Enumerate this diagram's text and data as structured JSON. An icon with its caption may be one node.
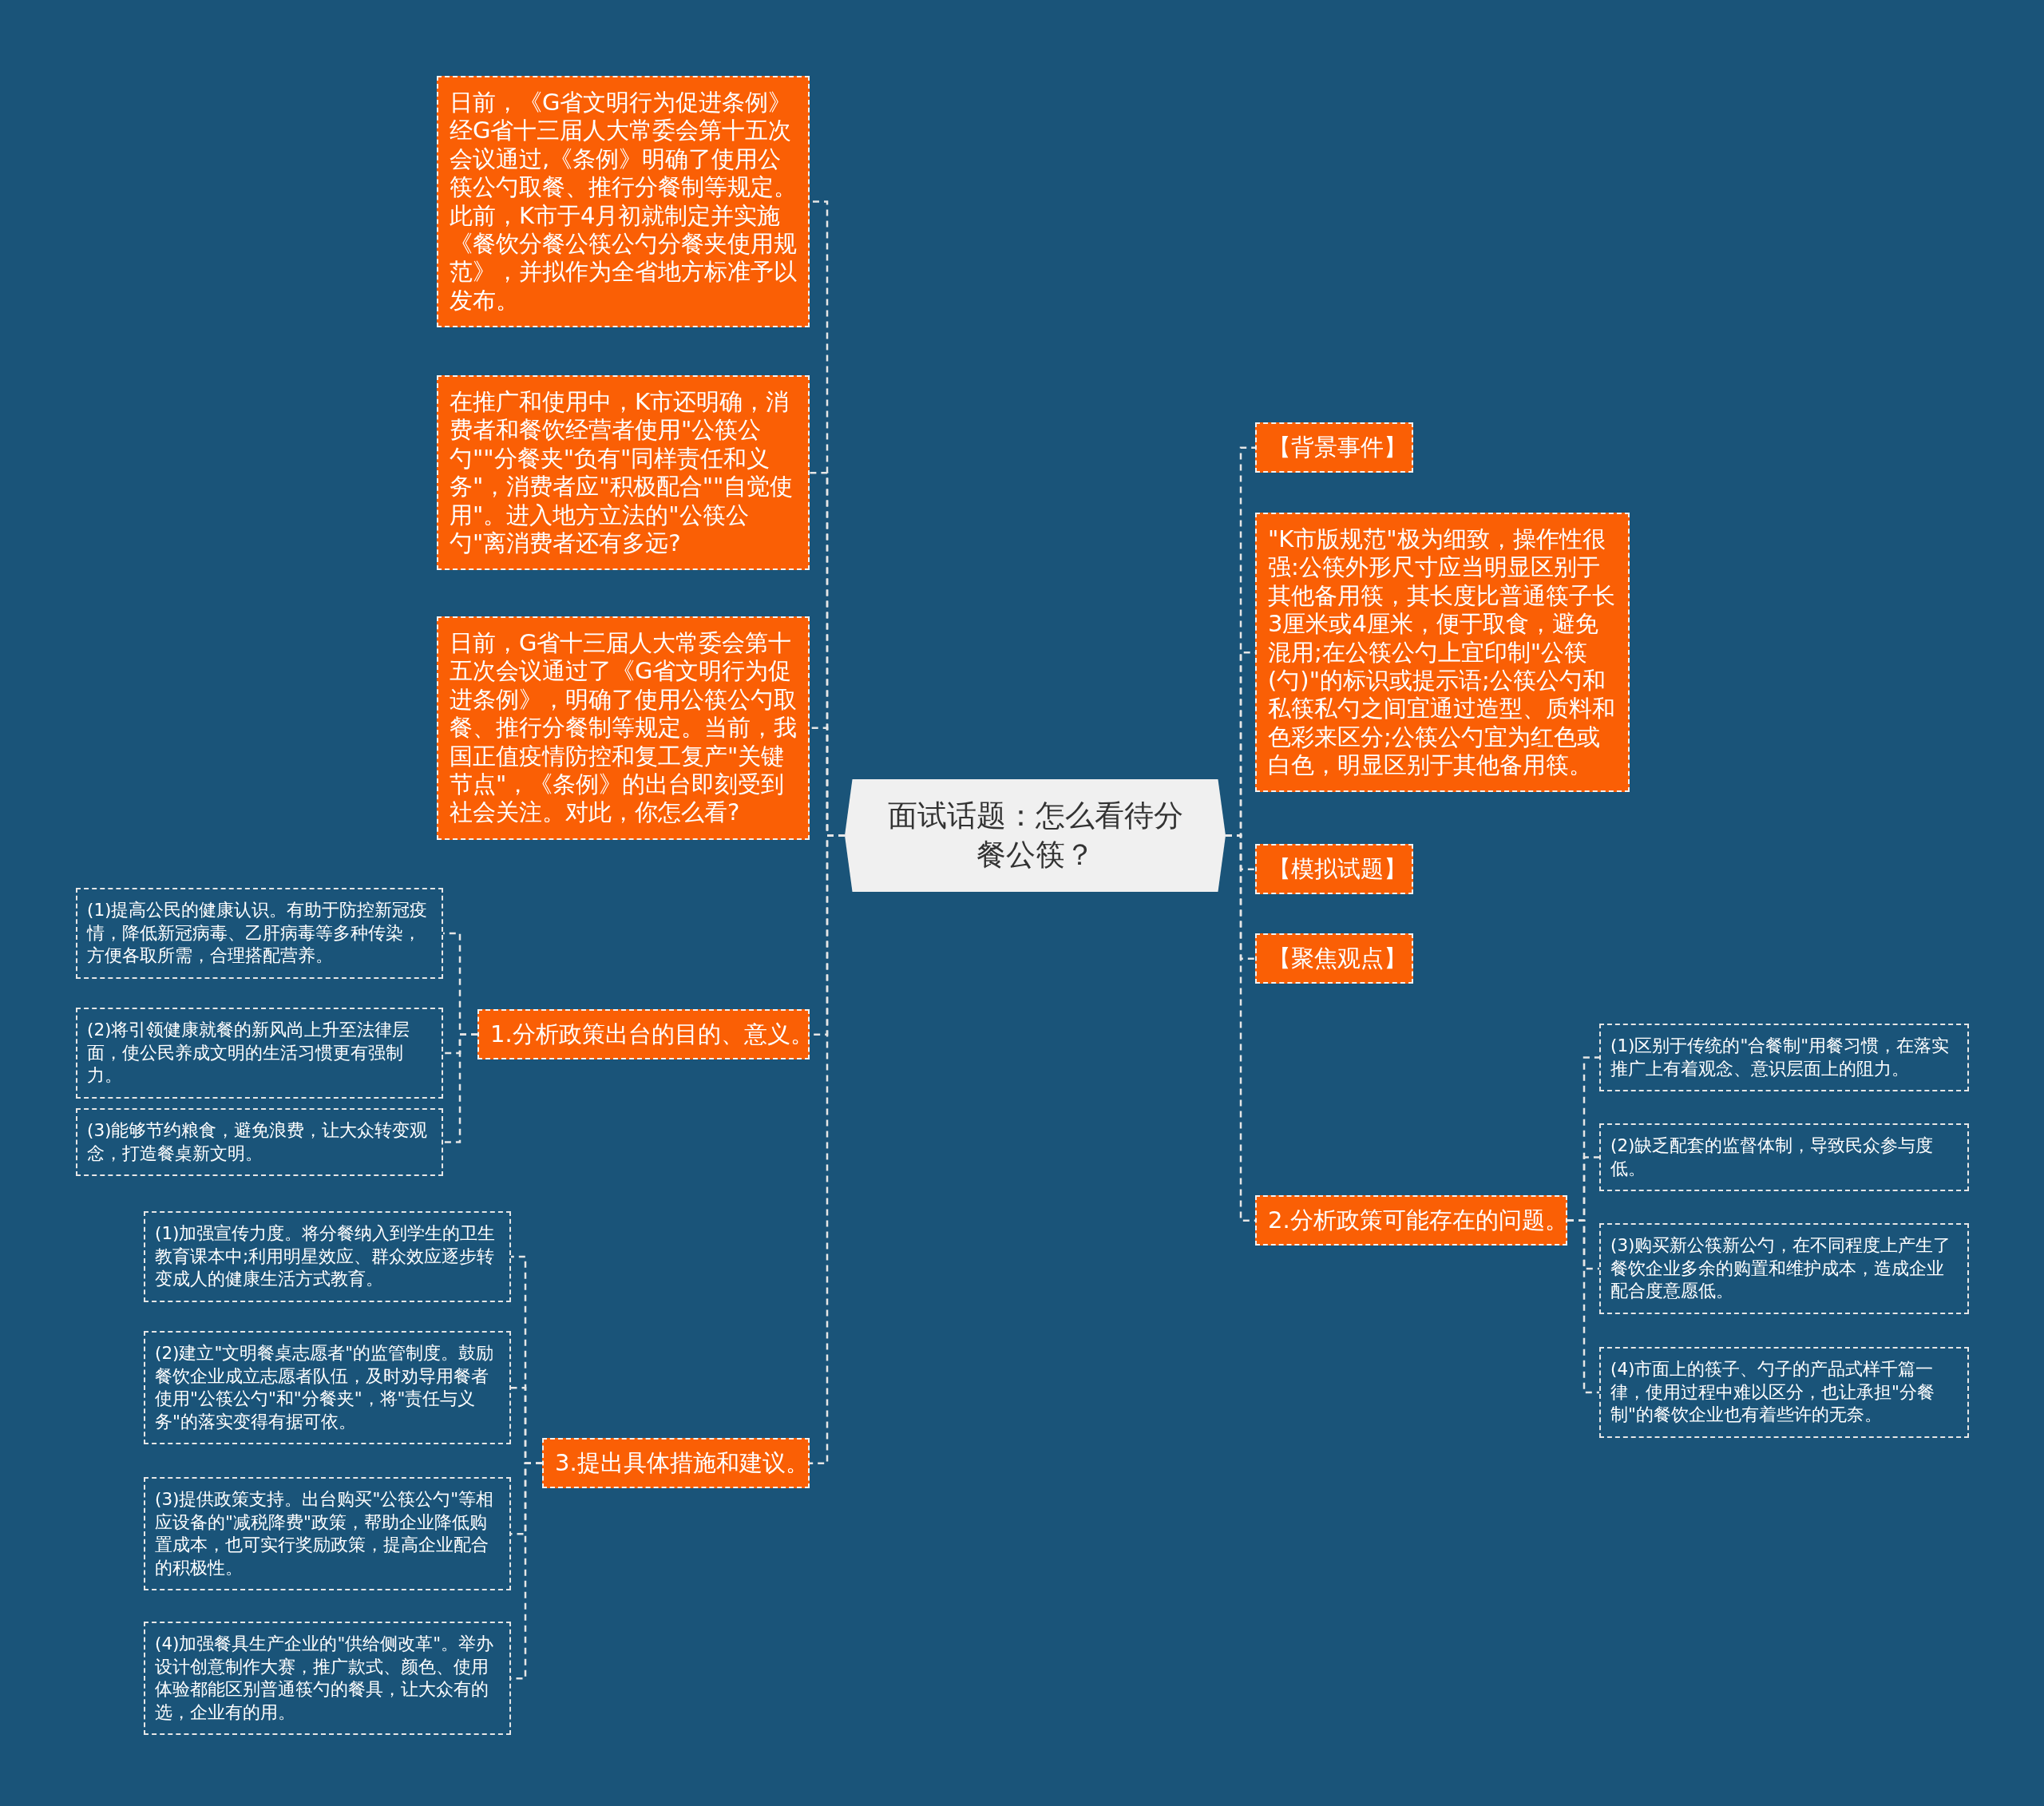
{
  "diagram": {
    "nodes": [
      {
        "text": [
          "面试话题：怎么看待分餐公筷？"
        ]
      },
      {
        "text": [
          "日前，《G省文明行为促进条例》经G省十三届人大常委会第十五次会议通过,《条例》明确了使用公筷公勺取餐、推行分餐制等规定。此前，K市于4月初就制定并实施《餐饮分餐公筷公勺分餐夹使用规范》，并拟作为全省地方标准予以发布。"
        ]
      },
      {
        "text": [
          "在推广和使用中，K市还明确，消费者和餐饮经营者使用\"公筷公勺\"\"分餐夹\"负有\"同样责任和义务\"，消费者应\"积极配合\"\"自觉使用\"。进入地方立法的\"公筷公勺\"离消费者还有多远?"
        ]
      },
      {
        "text": [
          "日前，G省十三届人大常委会第十五次会议通过了《G省文明行为促进条例》，明确了使用公筷公勺取餐、推行分餐制等规定。当前，我国正值疫情防控和复工复产\"关键节点\"，《条例》的出台即刻受到社会关注。对此，你怎么看?"
        ]
      },
      {
        "text": [
          "1.分析政策出台的目的、意义。"
        ]
      },
      {
        "text": [
          "(1)提高公民的健康认识。有助于防控新冠疫情，降低新冠病毒、乙肝病毒等多种传染，方便各取所需，合理搭配营养。"
        ]
      },
      {
        "text": [
          "(2)将引领健康就餐的新风尚上升至法律层面，使公民养成文明的生活习惯更有强制力。"
        ]
      },
      {
        "text": [
          "(3)能够节约粮食，避免浪费，让大众转变观念，打造餐桌新文明。"
        ]
      },
      {
        "text": [
          "3.提出具体措施和建议。"
        ]
      },
      {
        "text": [
          "(1)加强宣传力度。将分餐纳入到学生的卫生教育课本中;利用明星效应、群众效应逐步转变成人的健康生活方式教育。"
        ]
      },
      {
        "text": [
          "(2)建立\"文明餐桌志愿者\"的监管制度。鼓励餐饮企业成立志愿者队伍，及时劝导用餐者使用\"公筷公勺\"和\"分餐夹\"，将\"责任与义务\"的落实变得有据可依。"
        ]
      },
      {
        "text": [
          "(3)提供政策支持。出台购买\"公筷公勺\"等相应设备的\"减税降费\"政策，帮助企业降低购置成本，也可实行奖励政策，提高企业配合的积极性。"
        ]
      },
      {
        "text": [
          "(4)加强餐具生产企业的\"供给侧改革\"。举办设计创意制作大赛，推广款式、颜色、使用体验都能区别普通筷勺的餐具，让大众有的选，企业有的用。"
        ]
      },
      {
        "text": [
          "【背景事件】"
        ]
      },
      {
        "text": [
          "\"K市版规范\"极为细致，操作性很强:公筷外形尺寸应当明显区别于其他备用筷，其长度比普通筷子长3厘米或4厘米，便于取食，避免混用;在公筷公勺上宜印制\"公筷(勺)\"的标识或提示语;公筷公勺和私筷私勺之间宜通过造型、质料和色彩来区分;公筷公勺宜为红色或白色，明显区别于其他备用筷。"
        ]
      },
      {
        "text": [
          "【模拟试题】"
        ]
      },
      {
        "text": [
          "【聚焦观点】"
        ]
      },
      {
        "text": [
          "2.分析政策可能存在的问题。"
        ]
      },
      {
        "text": [
          "(1)区别于传统的\"合餐制\"用餐习惯，在落实推广上有着观念、意识层面上的阻力。"
        ]
      },
      {
        "text": [
          "(2)缺乏配套的监督体制，导致民众参与度低。"
        ]
      },
      {
        "text": [
          "(3)购买新公筷新公勺，在不同程度上产生了餐饮企业多余的购置和维护成本，造成企业配合度意愿低。"
        ]
      },
      {
        "text": [
          "(4)市面上的筷子、勺子的产品式样千篇一律，使用过程中难以区分，也让承担\"分餐制\"的餐饮企业也有着些许的无奈。"
        ]
      }
    ],
    "edges": [
      {
        "from": 0,
        "to": 1,
        "arrow": "none"
      },
      {
        "from": 0,
        "to": 2,
        "arrow": "none"
      },
      {
        "from": 0,
        "to": 3,
        "arrow": "none"
      },
      {
        "from": 0,
        "to": 4,
        "arrow": "none"
      },
      {
        "from": 0,
        "to": 8,
        "arrow": "none"
      },
      {
        "from": 4,
        "to": 5,
        "arrow": "none"
      },
      {
        "from": 4,
        "to": 6,
        "arrow": "none"
      },
      {
        "from": 4,
        "to": 7,
        "arrow": "none"
      },
      {
        "from": 8,
        "to": 9,
        "arrow": "none"
      },
      {
        "from": 8,
        "to": 10,
        "arrow": "none"
      },
      {
        "from": 8,
        "to": 11,
        "arrow": "none"
      },
      {
        "from": 8,
        "to": 12,
        "arrow": "none"
      },
      {
        "from": 0,
        "to": 13,
        "arrow": "none"
      },
      {
        "from": 0,
        "to": 14,
        "arrow": "none"
      },
      {
        "from": 0,
        "to": 15,
        "arrow": "none"
      },
      {
        "from": 0,
        "to": 16,
        "arrow": "none"
      },
      {
        "from": 0,
        "to": 17,
        "arrow": "none"
      },
      {
        "from": 17,
        "to": 18,
        "arrow": "none"
      },
      {
        "from": 17,
        "to": 19,
        "arrow": "none"
      },
      {
        "from": 17,
        "to": 20,
        "arrow": "none"
      },
      {
        "from": 17,
        "to": 21,
        "arrow": "none"
      }
    ]
  }
}
